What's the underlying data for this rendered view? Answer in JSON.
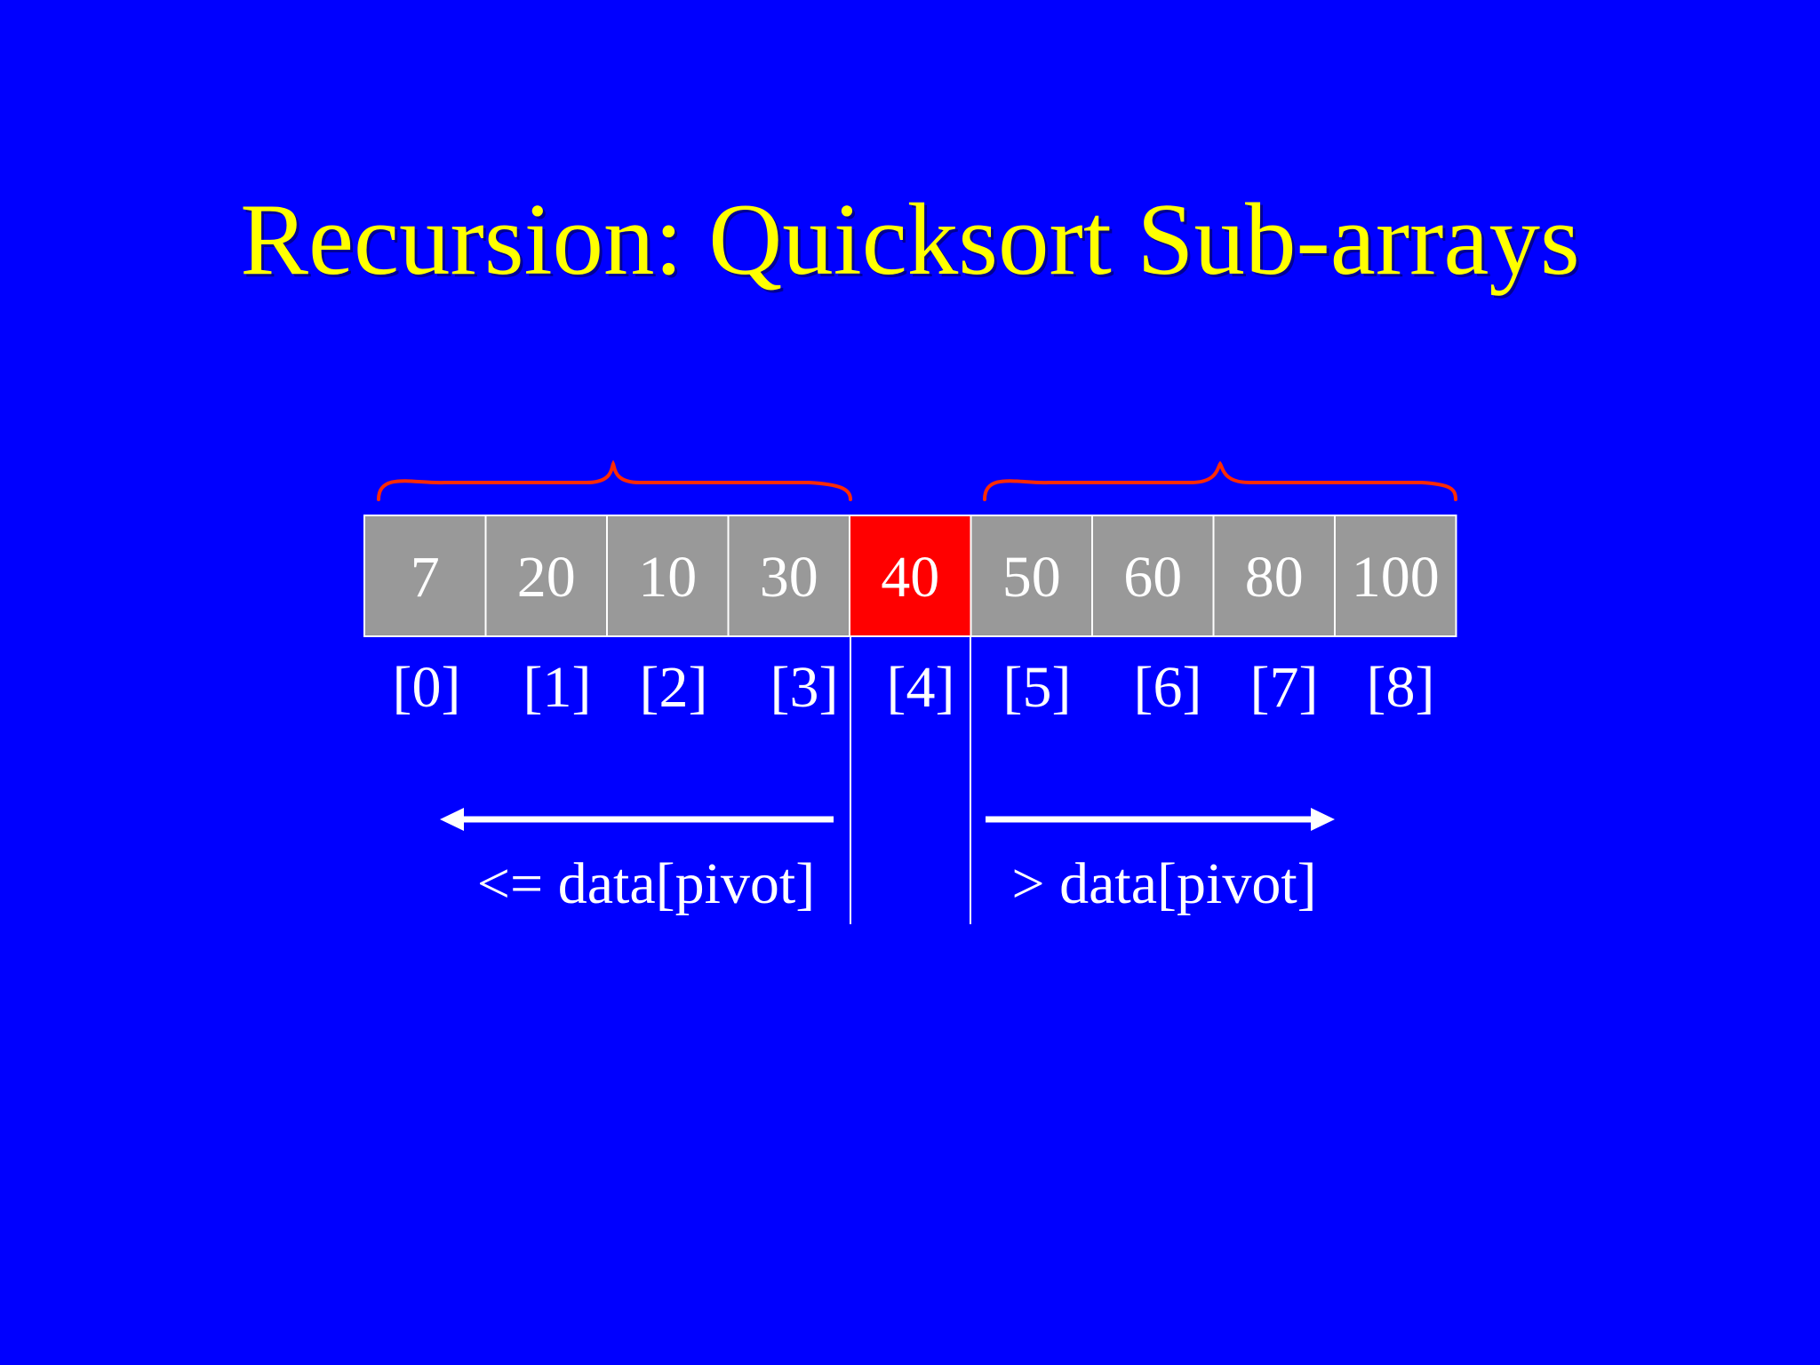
{
  "slide": {
    "title": "Recursion: Quicksort Sub-arrays"
  },
  "array": {
    "values": [
      "7",
      "20",
      "10",
      "30",
      "40",
      "50",
      "60",
      "80",
      "100"
    ],
    "indices": [
      "[0]",
      "[1]",
      "[2]",
      "[3]",
      "[4]",
      "[5]",
      "[6]",
      "[7]",
      "[8]"
    ],
    "pivot_index": 4
  },
  "regions": {
    "left_label": "<= data[pivot]",
    "right_label": "> data[pivot]"
  },
  "colors": {
    "background": "#0000ff",
    "title": "#ffff00",
    "cell": "#999999",
    "pivot_cell": "#ff0000",
    "brace": "#ff2a00",
    "text": "#ffffff"
  }
}
